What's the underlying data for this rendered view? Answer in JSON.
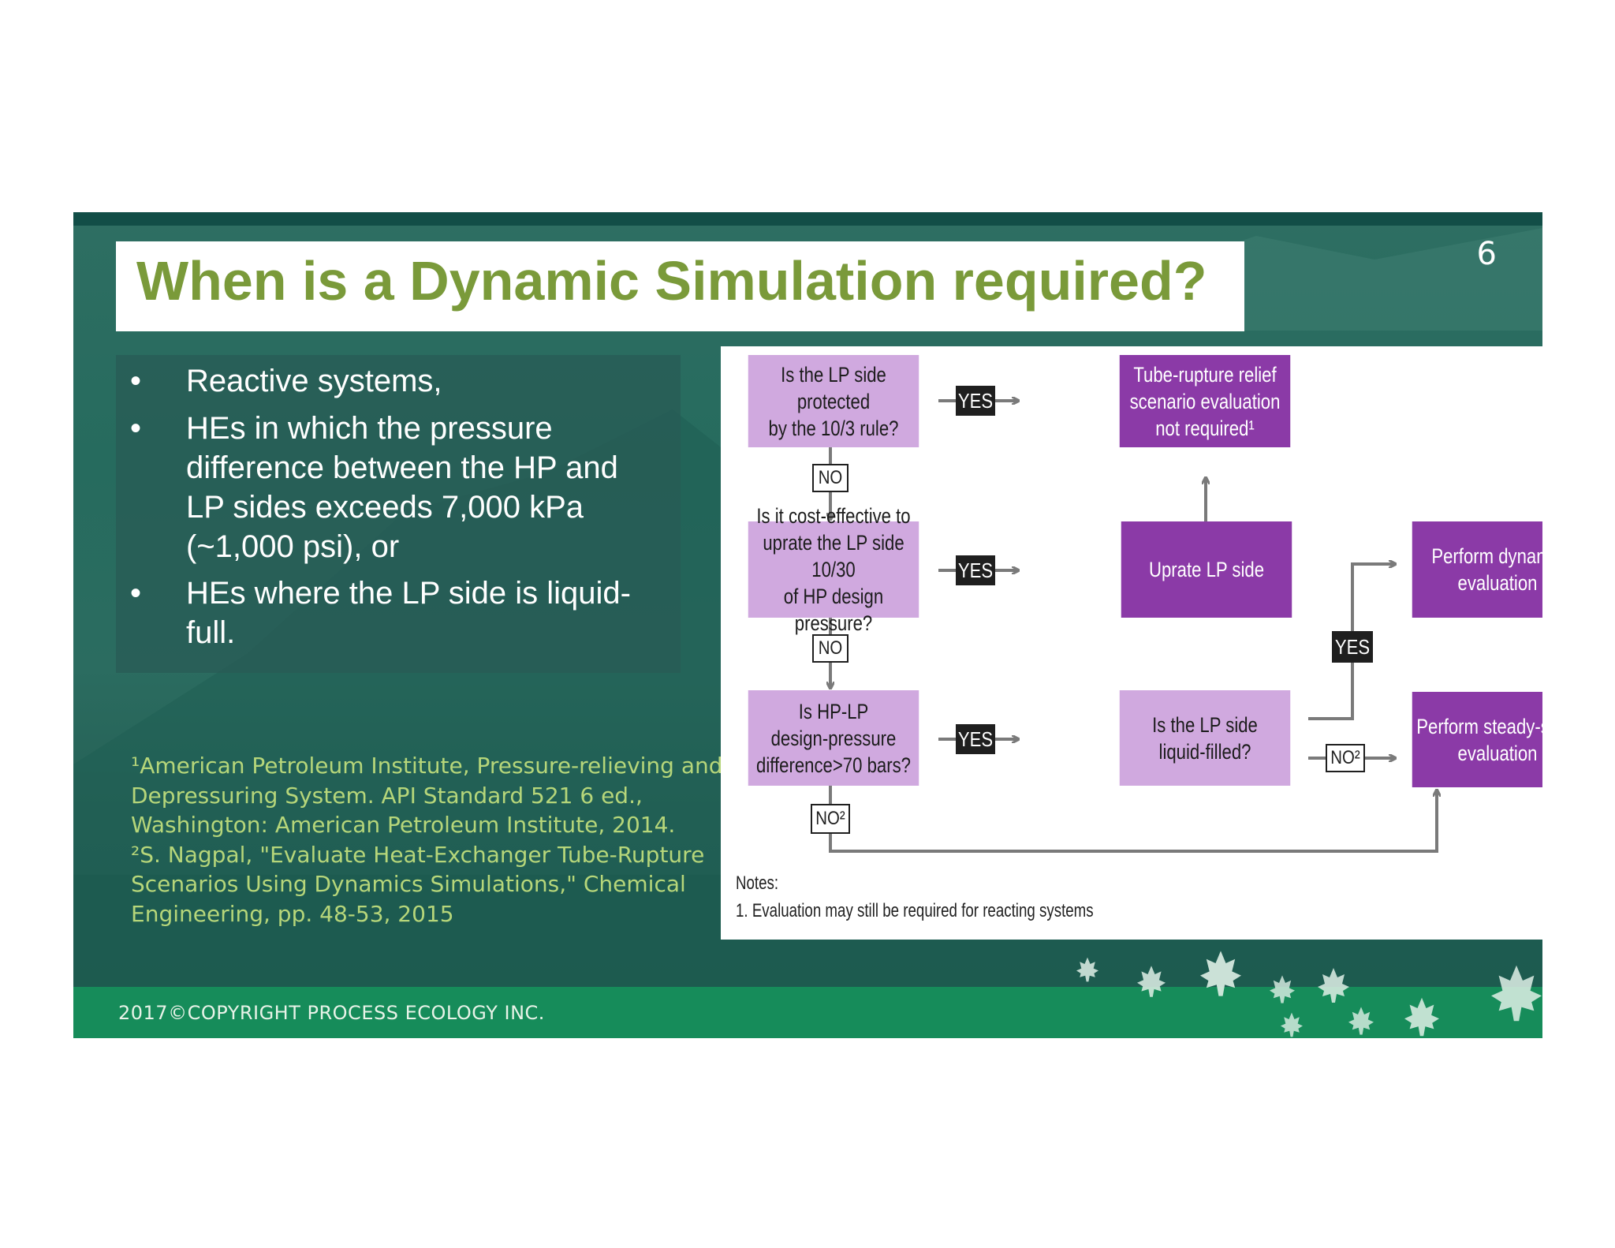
{
  "slide": {
    "title": "When is a Dynamic Simulation required?",
    "page_number": "6",
    "bullets": [
      {
        "lines": [
          "Reactive systems,"
        ]
      },
      {
        "lines": [
          "HEs in which the pressure",
          "difference between the HP and",
          "LP sides exceeds 7,000 kPa",
          "(~1,000 psi), or"
        ]
      },
      {
        "lines": [
          "HEs where the LP side is liquid-",
          "full."
        ]
      }
    ],
    "bullet_symbol": "•",
    "references": [
      "¹American Petroleum Institute, Pressure-relieving and",
      "Depressuring System. API Standard 521 6 ed.,",
      "Washington: American Petroleum Institute, 2014.",
      "²S. Nagpal, \"Evaluate Heat-Exchanger Tube-Rupture",
      "Scenarios Using Dynamics Simulations,\" Chemical",
      "Engineering, pp. 48-53, 2015"
    ],
    "footer": "2017©COPYRIGHT PROCESS ECOLOGY INC."
  },
  "flowchart": {
    "q1": [
      "Is the LP side protected",
      "by the 10/3 rule?"
    ],
    "r1": [
      "Tube-rupture relief",
      "scenario evaluation",
      "not required¹"
    ],
    "q2": [
      "Is it cost-effective to",
      "uprate the LP side 10/30",
      "of HP design pressure?"
    ],
    "r2": [
      "Uprate LP side"
    ],
    "q3": [
      "Is HP-LP",
      "design-pressure",
      "difference>70 bars?"
    ],
    "q4": [
      "Is the LP side",
      "liquid-filled?"
    ],
    "r3": [
      "Perform dynamic",
      "evaluation"
    ],
    "r4": [
      "Perform steady-state",
      "evaluation"
    ],
    "labels": {
      "yes": "YES",
      "no": "NO",
      "no_note": "NO²"
    },
    "notes_title": "Notes:",
    "notes": [
      "1. Evaluation may still be required for reacting systems"
    ],
    "colors": {
      "question_fill": "#d0a9df",
      "result_fill": "#8b3aa7",
      "arrow": "#7a7a7a",
      "title_green": "#7a9a3a",
      "footer_green": "#168c5a"
    }
  }
}
